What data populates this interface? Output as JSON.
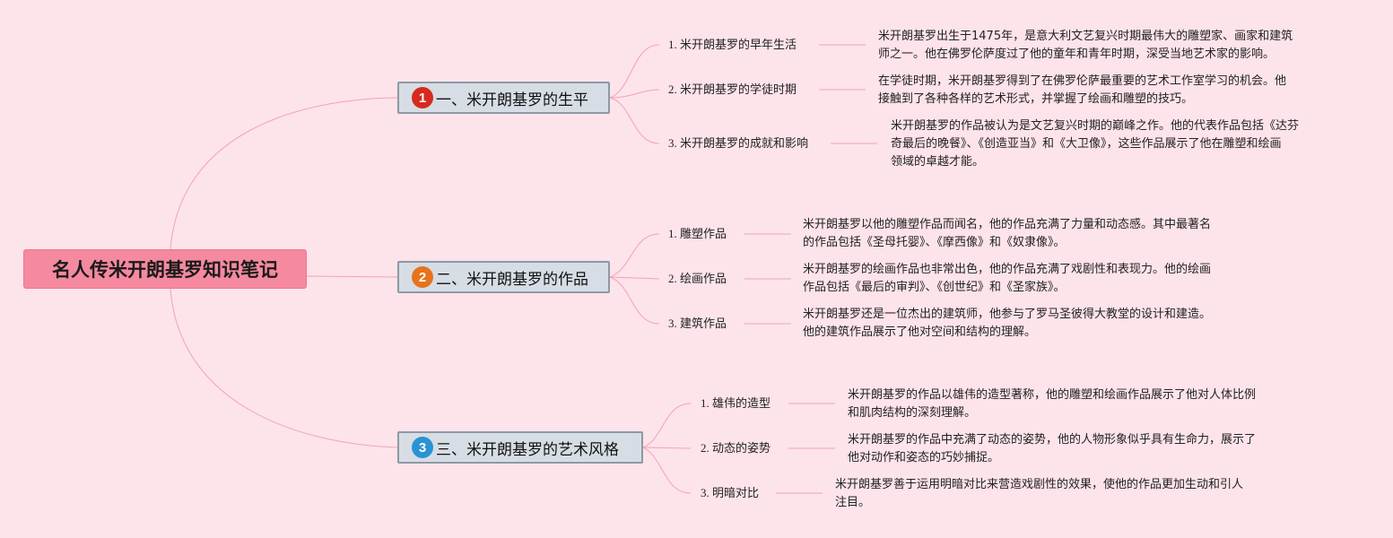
{
  "root": {
    "title": "名人传米开朗基罗知识笔记"
  },
  "colors": {
    "background": "#fde3ea",
    "root_fill": "#f5899f",
    "branch_fill": "#d6dde4",
    "line": "#f0a4b5",
    "badge_red": "#d62a1e",
    "badge_orange": "#e8731c",
    "badge_blue": "#2a93d5"
  },
  "branches": [
    {
      "number": "1",
      "title": "一、米开朗基罗的生平",
      "badge_color": "#d62a1e",
      "topics": [
        {
          "label": "1. 米开朗基罗的早年生活",
          "lines": [
            "米开朗基罗出生于1475年，是意大利文艺复兴时期最伟大的雕塑家、画家和建筑",
            "师之一。他在佛罗伦萨度过了他的童年和青年时期，深受当地艺术家的影响。"
          ]
        },
        {
          "label": "2. 米开朗基罗的学徒时期",
          "lines": [
            "在学徒时期，米开朗基罗得到了在佛罗伦萨最重要的艺术工作室学习的机会。他",
            "接触到了各种各样的艺术形式，并掌握了绘画和雕塑的技巧。"
          ]
        },
        {
          "label": "3. 米开朗基罗的成就和影响",
          "lines": [
            "米开朗基罗的作品被认为是文艺复兴时期的巅峰之作。他的代表作品包括《达芬",
            "奇最后的晚餐》、《创造亚当》和《大卫像》，这些作品展示了他在雕塑和绘画",
            "领域的卓越才能。"
          ]
        }
      ]
    },
    {
      "number": "2",
      "title": "二、米开朗基罗的作品",
      "badge_color": "#e8731c",
      "topics": [
        {
          "label": "1. 雕塑作品",
          "lines": [
            "米开朗基罗以他的雕塑作品而闻名，他的作品充满了力量和动态感。其中最著名",
            "的作品包括《圣母托婴》、《摩西像》和《奴隶像》。"
          ]
        },
        {
          "label": "2. 绘画作品",
          "lines": [
            "米开朗基罗的绘画作品也非常出色，他的作品充满了戏剧性和表现力。他的绘画",
            "作品包括《最后的审判》、《创世纪》和《圣家族》。"
          ]
        },
        {
          "label": "3. 建筑作品",
          "lines": [
            "米开朗基罗还是一位杰出的建筑师，他参与了罗马圣彼得大教堂的设计和建造。",
            "他的建筑作品展示了他对空间和结构的理解。"
          ]
        }
      ]
    },
    {
      "number": "3",
      "title": "三、米开朗基罗的艺术风格",
      "badge_color": "#2a93d5",
      "topics": [
        {
          "label": "1. 雄伟的造型",
          "lines": [
            "米开朗基罗的作品以雄伟的造型著称，他的雕塑和绘画作品展示了他对人体比例",
            "和肌肉结构的深刻理解。"
          ]
        },
        {
          "label": "2. 动态的姿势",
          "lines": [
            "米开朗基罗的作品中充满了动态的姿势，他的人物形象似乎具有生命力，展示了",
            "他对动作和姿态的巧妙捕捉。"
          ]
        },
        {
          "label": "3. 明暗对比",
          "lines": [
            "米开朗基罗善于运用明暗对比来营造戏剧性的效果，使他的作品更加生动和引人",
            "注目。"
          ]
        }
      ]
    }
  ]
}
